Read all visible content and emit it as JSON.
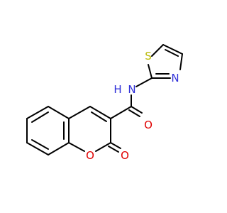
{
  "molecule": {
    "atoms": {
      "S": {
        "symbol": "S",
        "color": "#b8b800"
      },
      "N_ring": {
        "symbol": "N",
        "color": "#3030d8"
      },
      "N_amide": {
        "symbol": "N",
        "color": "#3030d8"
      },
      "H_amide": {
        "symbol": "H",
        "color": "#3030d8"
      },
      "O_amide": {
        "symbol": "O",
        "color": "#e00000"
      },
      "O_ring": {
        "symbol": "O",
        "color": "#e00000"
      },
      "O_keto": {
        "symbol": "O",
        "color": "#e00000"
      }
    },
    "bond_color": "#000000"
  }
}
